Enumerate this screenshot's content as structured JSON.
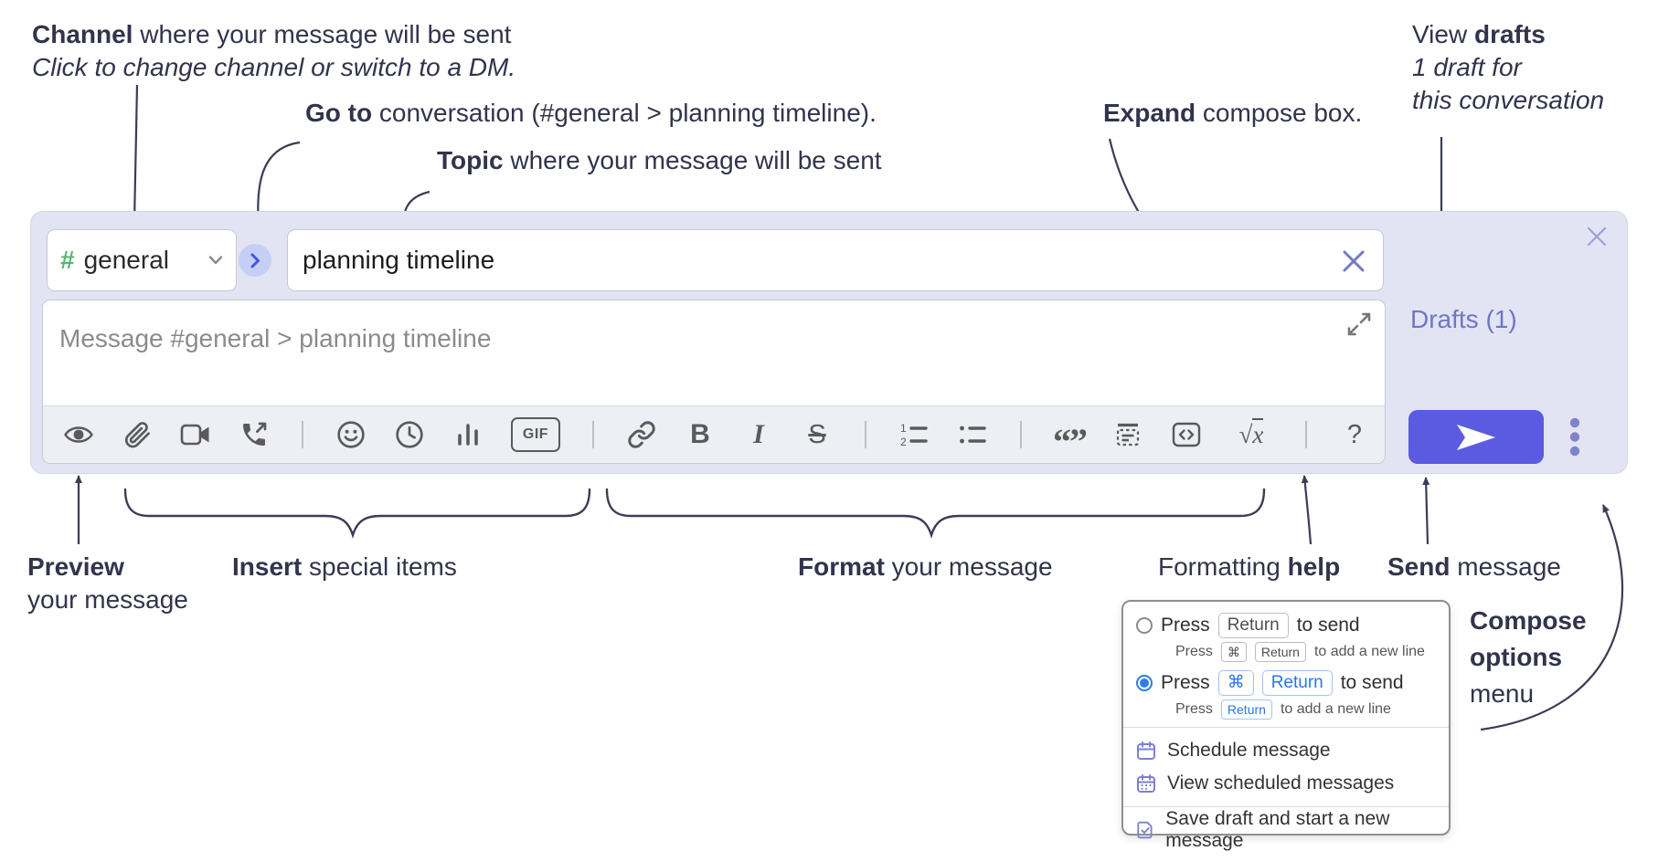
{
  "annotations": {
    "channel": {
      "bold": "Channel",
      "rest": " where your message will be sent",
      "line2": "Click to change channel or switch to a DM."
    },
    "goto": {
      "bold": "Go to",
      "rest": " conversation (#general > planning timeline)."
    },
    "topic": {
      "bold": "Topic",
      "rest": " where your message will be sent"
    },
    "expand": {
      "bold": "Expand",
      "rest": " compose box."
    },
    "drafts": {
      "line1_pre": "View ",
      "line1_bold": "drafts",
      "line2": "1 draft for",
      "line3": "this conversation"
    },
    "preview": {
      "bold": "Preview",
      "line2": "your message"
    },
    "insert": {
      "bold": "Insert",
      "rest": " special items"
    },
    "format": {
      "bold": "Format",
      "rest": " your message"
    },
    "help": {
      "pre": "Formatting ",
      "bold": "help"
    },
    "send": {
      "bold": "Send",
      "rest": " message"
    },
    "compose_options": {
      "line1": "Compose",
      "line2": "options",
      "line3": "menu"
    }
  },
  "compose": {
    "channel_selector": {
      "hash": "#",
      "name": "general"
    },
    "topic_input": {
      "value": "planning timeline"
    },
    "message_input": {
      "placeholder": "Message #general > planning timeline"
    },
    "drafts_link": "Drafts (1)",
    "toolbar": {
      "gif_label": "GIF",
      "bold_label": "B",
      "italic_label": "I",
      "strike_label": "S",
      "quote_glyphs": "“”",
      "list_num_1": "1",
      "list_num_2": "2",
      "sqrt_glyph": "√",
      "math_x": "x",
      "help_label": "?"
    }
  },
  "popup": {
    "option1": {
      "press": "Press",
      "key": "Return",
      "suffix": "to send",
      "sub_press": "Press",
      "sub_key1": "⌘",
      "sub_key2": "Return",
      "sub_suffix": "to add a new line"
    },
    "option2": {
      "press": "Press",
      "key1": "⌘",
      "key2": "Return",
      "suffix": "to send",
      "sub_press": "Press",
      "sub_key": "Return",
      "sub_suffix": "to add a new line"
    },
    "items": [
      {
        "label": "Schedule message"
      },
      {
        "label": "View scheduled messages"
      },
      {
        "label": "Save draft and start a new message"
      }
    ]
  },
  "colors": {
    "compose_bg": "#e2e4f3",
    "accent_send": "#5a5be0",
    "channel_hash_green": "#57b576",
    "drafts_link": "#6f76c2",
    "keycap_blue": "#2776f0",
    "annotation_ink": "#31344b"
  }
}
